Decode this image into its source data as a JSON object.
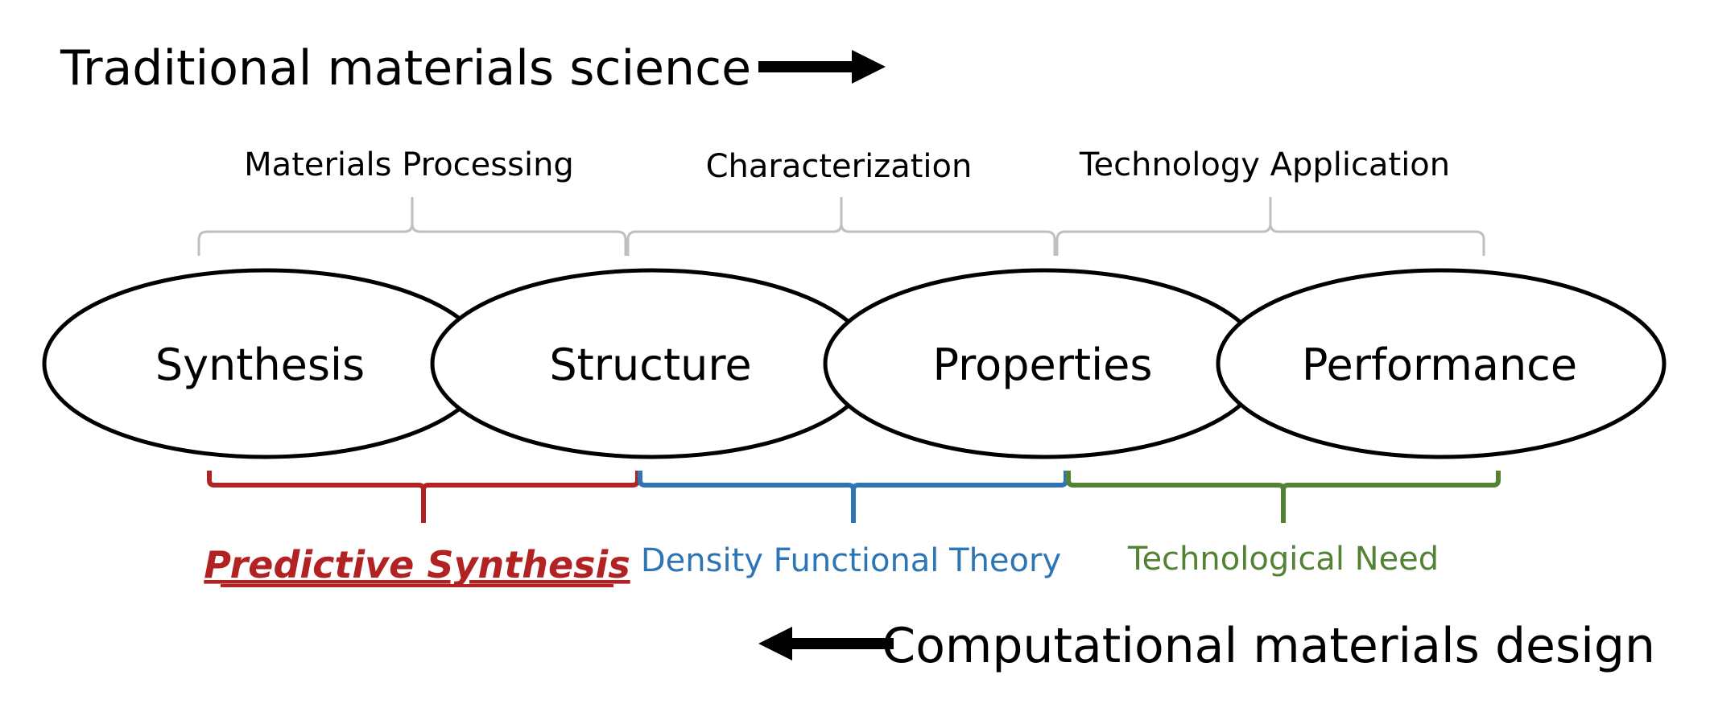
{
  "titles": {
    "top": "Traditional materials science",
    "bottom": "Computational materials design"
  },
  "top_labels": [
    "Materials Processing",
    "Characterization",
    "Technology Application"
  ],
  "nodes": [
    "Synthesis",
    "Structure",
    "Properties",
    "Performance"
  ],
  "bottom_labels": {
    "predictive": "Predictive Synthesis",
    "dft": "Density Functional Theory",
    "need": "Technological Need"
  },
  "colors": {
    "predictive": "#b22222",
    "dft": "#2e75b6",
    "need": "#548235",
    "top_brace": "#bfbfbf"
  }
}
